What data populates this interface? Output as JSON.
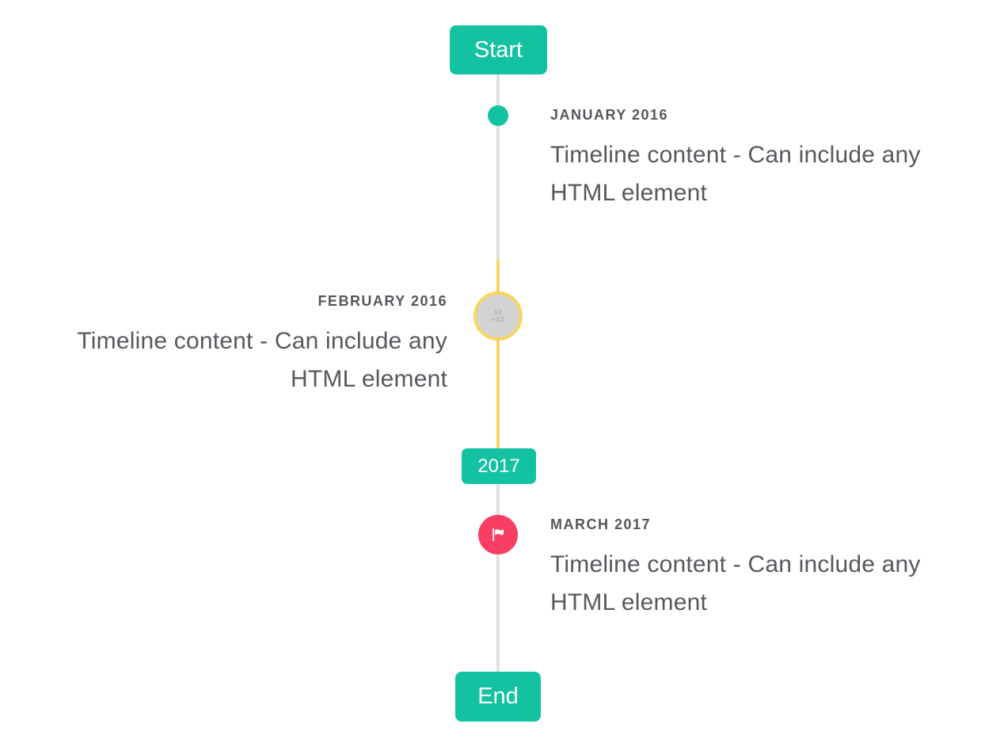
{
  "timeline": {
    "start_badge": "Start",
    "year_badge": "2017",
    "end_badge": "End",
    "items": [
      {
        "date": "JANUARY 2016",
        "content": "Timeline content - Can include any HTML element",
        "side": "right",
        "marker": "teal-dot"
      },
      {
        "date": "FEBRUARY 2016",
        "content": "Timeline content - Can include any HTML element",
        "side": "left",
        "marker": "image-placeholder"
      },
      {
        "date": "MARCH 2017",
        "content": "Timeline content - Can include any HTML element",
        "side": "right",
        "marker": "flag"
      }
    ],
    "image_marker_placeholder": "32\n×32"
  },
  "colors": {
    "accent_teal": "#12c2a0",
    "highlight_yellow": "#fbd45c",
    "line_gray": "#e0e0e0",
    "marker_red": "#f93e63",
    "marker_gray_fill": "#d3d3d3",
    "text_gray": "#55595e"
  }
}
